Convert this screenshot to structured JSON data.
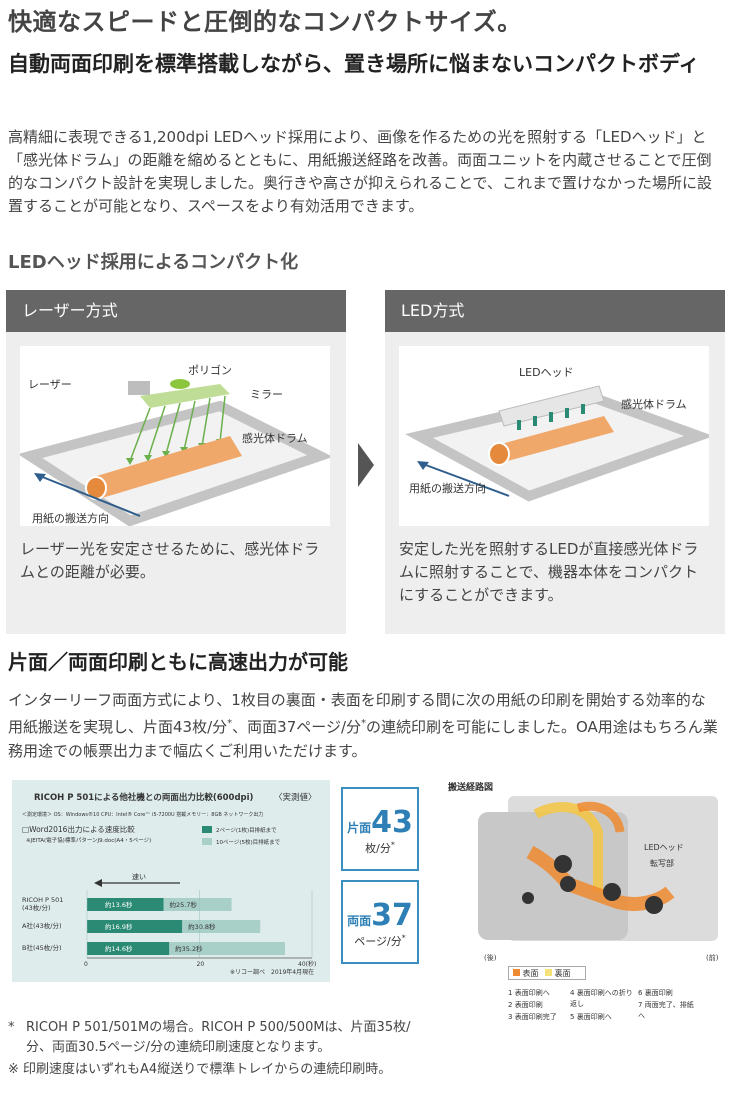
{
  "heading_main": "快適なスピードと圧倒的なコンパクトサイズ。",
  "heading_sub": "自動両面印刷を標準搭載しながら、置き場所に悩まないコンパクトボディ",
  "intro": "高精細に表現できる1,200dpi LEDヘッド採用により、画像を作るための光を照射する「LEDヘッド」と「感光体ドラム」の距離を縮めるとともに、用紙搬送経路を改善。両面ユニットを内蔵させることで圧倒的なコンパクト設計を実現しました。奥行きや高さが抑えられることで、これまで置けなかった場所に設置することが可能となり、スペースをより有効活用できます。",
  "led_section_title": "LEDヘッド採用によるコンパクト化",
  "laser_panel": {
    "title": "レーザー方式",
    "desc": "レーザー光を安定させるために、感光体ドラムとの距離が必要。",
    "labels": {
      "laser": "レーザー",
      "polygon": "ポリゴン",
      "mirror": "ミラー",
      "drum": "感光体ドラム",
      "direction": "用紙の搬送方向"
    }
  },
  "led_panel": {
    "title": "LED方式",
    "desc": "安定した光を照射するLEDが直接感光体ドラムに照射することで、機器本体をコンパクトにすることができます。",
    "labels": {
      "head": "LEDヘッド",
      "drum": "感光体ドラム",
      "direction": "用紙の搬送方向"
    }
  },
  "speed_section_title": "片面／両面印刷ともに高速出力が可能",
  "speed_desc_1": "インターリーフ両面方式により、1枚目の裏面・表面を印刷する間に次の用紙の印刷を開始する効率的な用紙搬送を実現し、片面43枚/分",
  "speed_desc_sup1": "*",
  "speed_desc_2": "、両面37ページ/分",
  "speed_desc_sup2": "*",
  "speed_desc_3": "の連続印刷を可能にしました。OA用途はもちろん業務用途での帳票出力まで幅広くご利用いただけます。",
  "chart": {
    "title": "RICOH P 501による他社機との両面出力比較(600dpi)",
    "tag": "〈実測値〉",
    "env": "＜測定環境＞ OS：Windows®10  CPU：Intel® Core™ i5-7200U  搭載メモリー：8GB  ネットワーク出力",
    "sub": "□Word2016出力による速度比較",
    "sub2": "※JEITA(電子協)標準パターンJ9.doc(A4・5ページ)",
    "legend_1": "2ページ(1枚)目排紙まで",
    "legend_2": "10ページ(5枚)目排紙まで",
    "fast_label": "速い",
    "source": "※リコー調べ　2019年4月現在",
    "colors": {
      "first": "#2a8a74",
      "last": "#a8cfc8"
    }
  },
  "chart_data": {
    "type": "bar",
    "orientation": "horizontal",
    "categories": [
      "RICOH P 501\n(43枚/分)",
      "A社(43枚/分)",
      "B社(45枚/分)"
    ],
    "series": [
      {
        "name": "2ページ(1枚)目排紙まで",
        "values": [
          13.6,
          16.9,
          14.6
        ],
        "labels": [
          "約13.6秒",
          "約16.9秒",
          "約14.6秒"
        ]
      },
      {
        "name": "10ページ(5枚)目排紙まで",
        "values": [
          25.7,
          30.8,
          35.2
        ],
        "labels": [
          "約25.7秒",
          "約30.8秒",
          "約35.2秒"
        ]
      }
    ],
    "xlim": [
      0,
      40
    ],
    "xticks": [
      "0",
      "20",
      "40(秒)"
    ]
  },
  "stat_simplex": {
    "label": "片面",
    "value": "43",
    "unit": "枚/分",
    "sup": "*"
  },
  "stat_duplex": {
    "label": "両面",
    "value": "37",
    "unit": "ページ/分",
    "sup": "*"
  },
  "diagram": {
    "title": "搬送経路図",
    "back": "(後)",
    "front": "(前)",
    "led_head": "LEDヘッド",
    "transfer": "転写部",
    "legend_front": "表面",
    "legend_back": "裏面",
    "steps": [
      "表面印刷へ",
      "表面印刷",
      "表面印刷完了",
      "裏面印刷への折り返し",
      "裏面印刷へ",
      "裏面印刷",
      "両面完了、排紙へ"
    ],
    "step_nums": [
      "1",
      "2",
      "3",
      "4",
      "5",
      "6",
      "7"
    ]
  },
  "footnote_1_mark": "*",
  "footnote_1": "RICOH P 501/501Mの場合。RICOH P 500/500Mは、片面35枚/分、両面30.5ページ/分の連続印刷速度となります。",
  "footnote_2": "※ 印刷速度はいずれもA4縦送りで標準トレイからの連続印刷時。"
}
